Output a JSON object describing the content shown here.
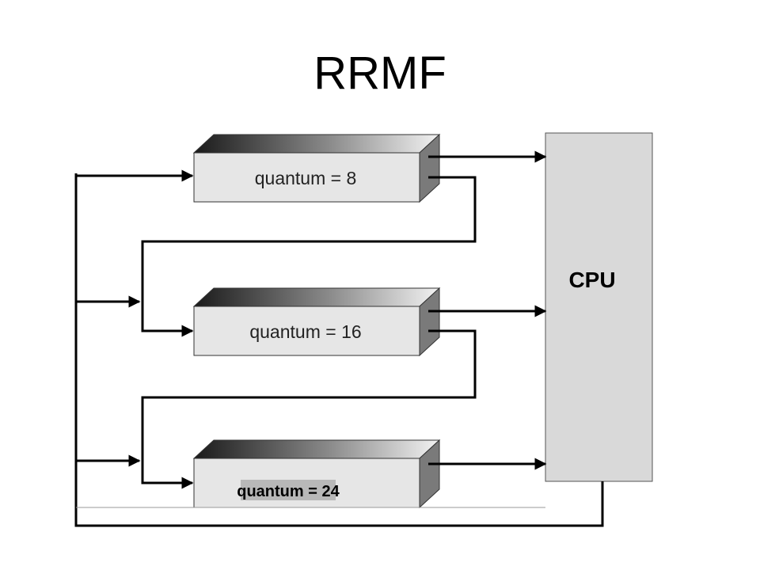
{
  "title": "RRMF",
  "queues": [
    {
      "label": "quantum = 8"
    },
    {
      "label": "quantum = 16"
    },
    {
      "label": "quantum = 24"
    }
  ],
  "cpu": {
    "label": "CPU"
  },
  "colors": {
    "box_front": "#e6e6e6",
    "box_side": "#7a7a7a",
    "cpu_fill": "#d9d9d9",
    "label_highlight": "#b8b8b8"
  }
}
